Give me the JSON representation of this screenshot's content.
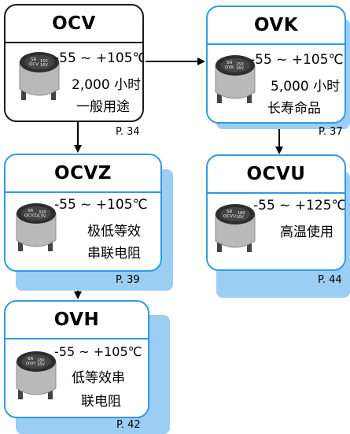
{
  "nodes": {
    "ocv": {
      "title": "OCV",
      "temp": "-55 ~ +105℃",
      "line1": "2,000 小时",
      "line2": "一般用途",
      "page": "P. 34",
      "cap_label": [
        "SR",
        "OCV",
        "150",
        "16V"
      ]
    },
    "ovk": {
      "title": "OVK",
      "temp": "-55 ~ +105℃",
      "line1": "5,000 小时",
      "line2": "长寿命品",
      "page": "P. 37",
      "cap_label": [
        "SR",
        "OVK",
        "150",
        "16V"
      ]
    },
    "ocvz": {
      "title": "OCVZ",
      "temp": "-55 ~ +105℃",
      "line1": "极低等效",
      "line2": "串联电阻",
      "page": "P. 39",
      "cap_label": [
        "SR",
        "OCVZ",
        "330",
        "6.3V"
      ]
    },
    "ocvu": {
      "title": "OCVU",
      "temp": "-55 ~ +125℃",
      "line1": "高温使用",
      "page": "P. 44",
      "cap_label": [
        "SR",
        "OCVU",
        "180",
        "16V"
      ]
    },
    "ovh": {
      "title": "OVH",
      "temp": "-55 ~ +105℃",
      "line1": "低等效串",
      "line2": "联电阻",
      "page": "P. 42",
      "cap_label": [
        "SR",
        "OVH",
        "180",
        "16V"
      ]
    }
  },
  "colors": {
    "black_border": "#1a1a1a",
    "blue_border": "#2f9be8",
    "shadow": "#9ccdf2",
    "cap_body": "#b8b8b8",
    "cap_sleeve": "#2e2e2e"
  }
}
